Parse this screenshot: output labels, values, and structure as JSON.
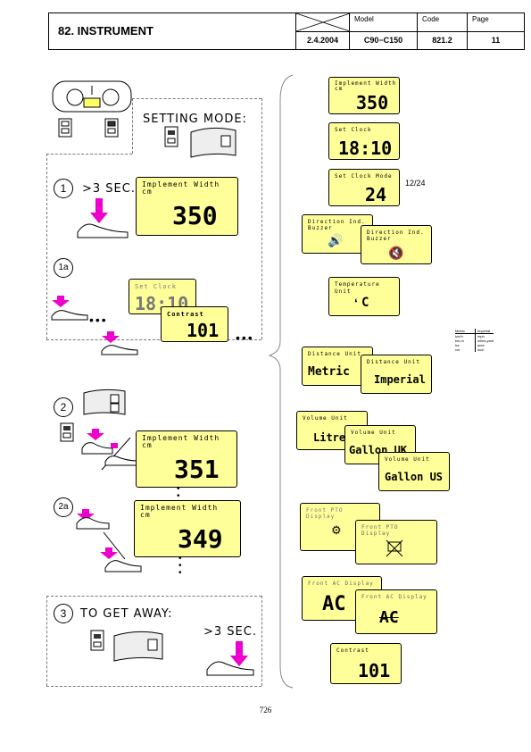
{
  "header": {
    "title": "82. INSTRUMENT",
    "date": "2.4.2004",
    "model_label": "Model",
    "model": "C90−C150",
    "code_label": "Code",
    "code": "821.2",
    "page_label": "Page",
    "page": "11"
  },
  "left": {
    "setting_mode": "SETTING MODE:",
    "step1": "1",
    "step1_text": ">3 SEC.",
    "step1a": "1a",
    "step2": "2",
    "step2a": "2a",
    "step3": "3",
    "step3_text": "TO GET AWAY:",
    "step3_sec": ">3 SEC.",
    "d1": {
      "label": "Implement Width\ncm",
      "value": "350"
    },
    "d1a_a": {
      "label": "Set Clock",
      "value": "18:10"
    },
    "d1a_b": {
      "label": "Contrast",
      "value": "101"
    },
    "d2": {
      "label": "Implement Width\ncm",
      "value": "351"
    },
    "d2a": {
      "label": "Implement Width\ncm",
      "value": "349"
    }
  },
  "right": {
    "r1": {
      "label": "Implement Width\ncm",
      "value": "350"
    },
    "r2": {
      "label": "Set Clock",
      "value": "18:10"
    },
    "r3": {
      "label": "Set Clock Mode",
      "value": "24",
      "side": "12/24"
    },
    "r4a": {
      "label": "Direction Ind.\nBuzzer"
    },
    "r4b": {
      "label": "Direction Ind.\nBuzzer"
    },
    "r5": {
      "label": "Temperature Unit",
      "value": "C"
    },
    "units_table": {
      "col1": "Metric",
      "col2": "Imperial",
      "rows": [
        [
          "km/h",
          "mph"
        ],
        [
          "km,m",
          "miles,yard"
        ],
        [
          "ha",
          "acre"
        ],
        [
          "cm",
          "inch"
        ]
      ]
    },
    "r6a": {
      "label": "Distance Unit",
      "value": "Metric"
    },
    "r6b": {
      "label": "Distance Unit",
      "value": "Imperial"
    },
    "r7a": {
      "label": "Volume Unit",
      "value": "Litre"
    },
    "r7b": {
      "label": "Volume Unit",
      "value": "Gallon UK"
    },
    "r7c": {
      "label": "Volume Unit",
      "value": "Gallon US"
    },
    "r8a": {
      "label": "Front PTO\nDisplay"
    },
    "r8b": {
      "label": "Front PTO\nDisplay"
    },
    "r9a": {
      "label": "Front AC Display",
      "value": "AC"
    },
    "r9b": {
      "label": "Front AC Display",
      "value": "AC"
    },
    "r10": {
      "label": "Contrast",
      "value": "101"
    }
  },
  "page_number": "726"
}
